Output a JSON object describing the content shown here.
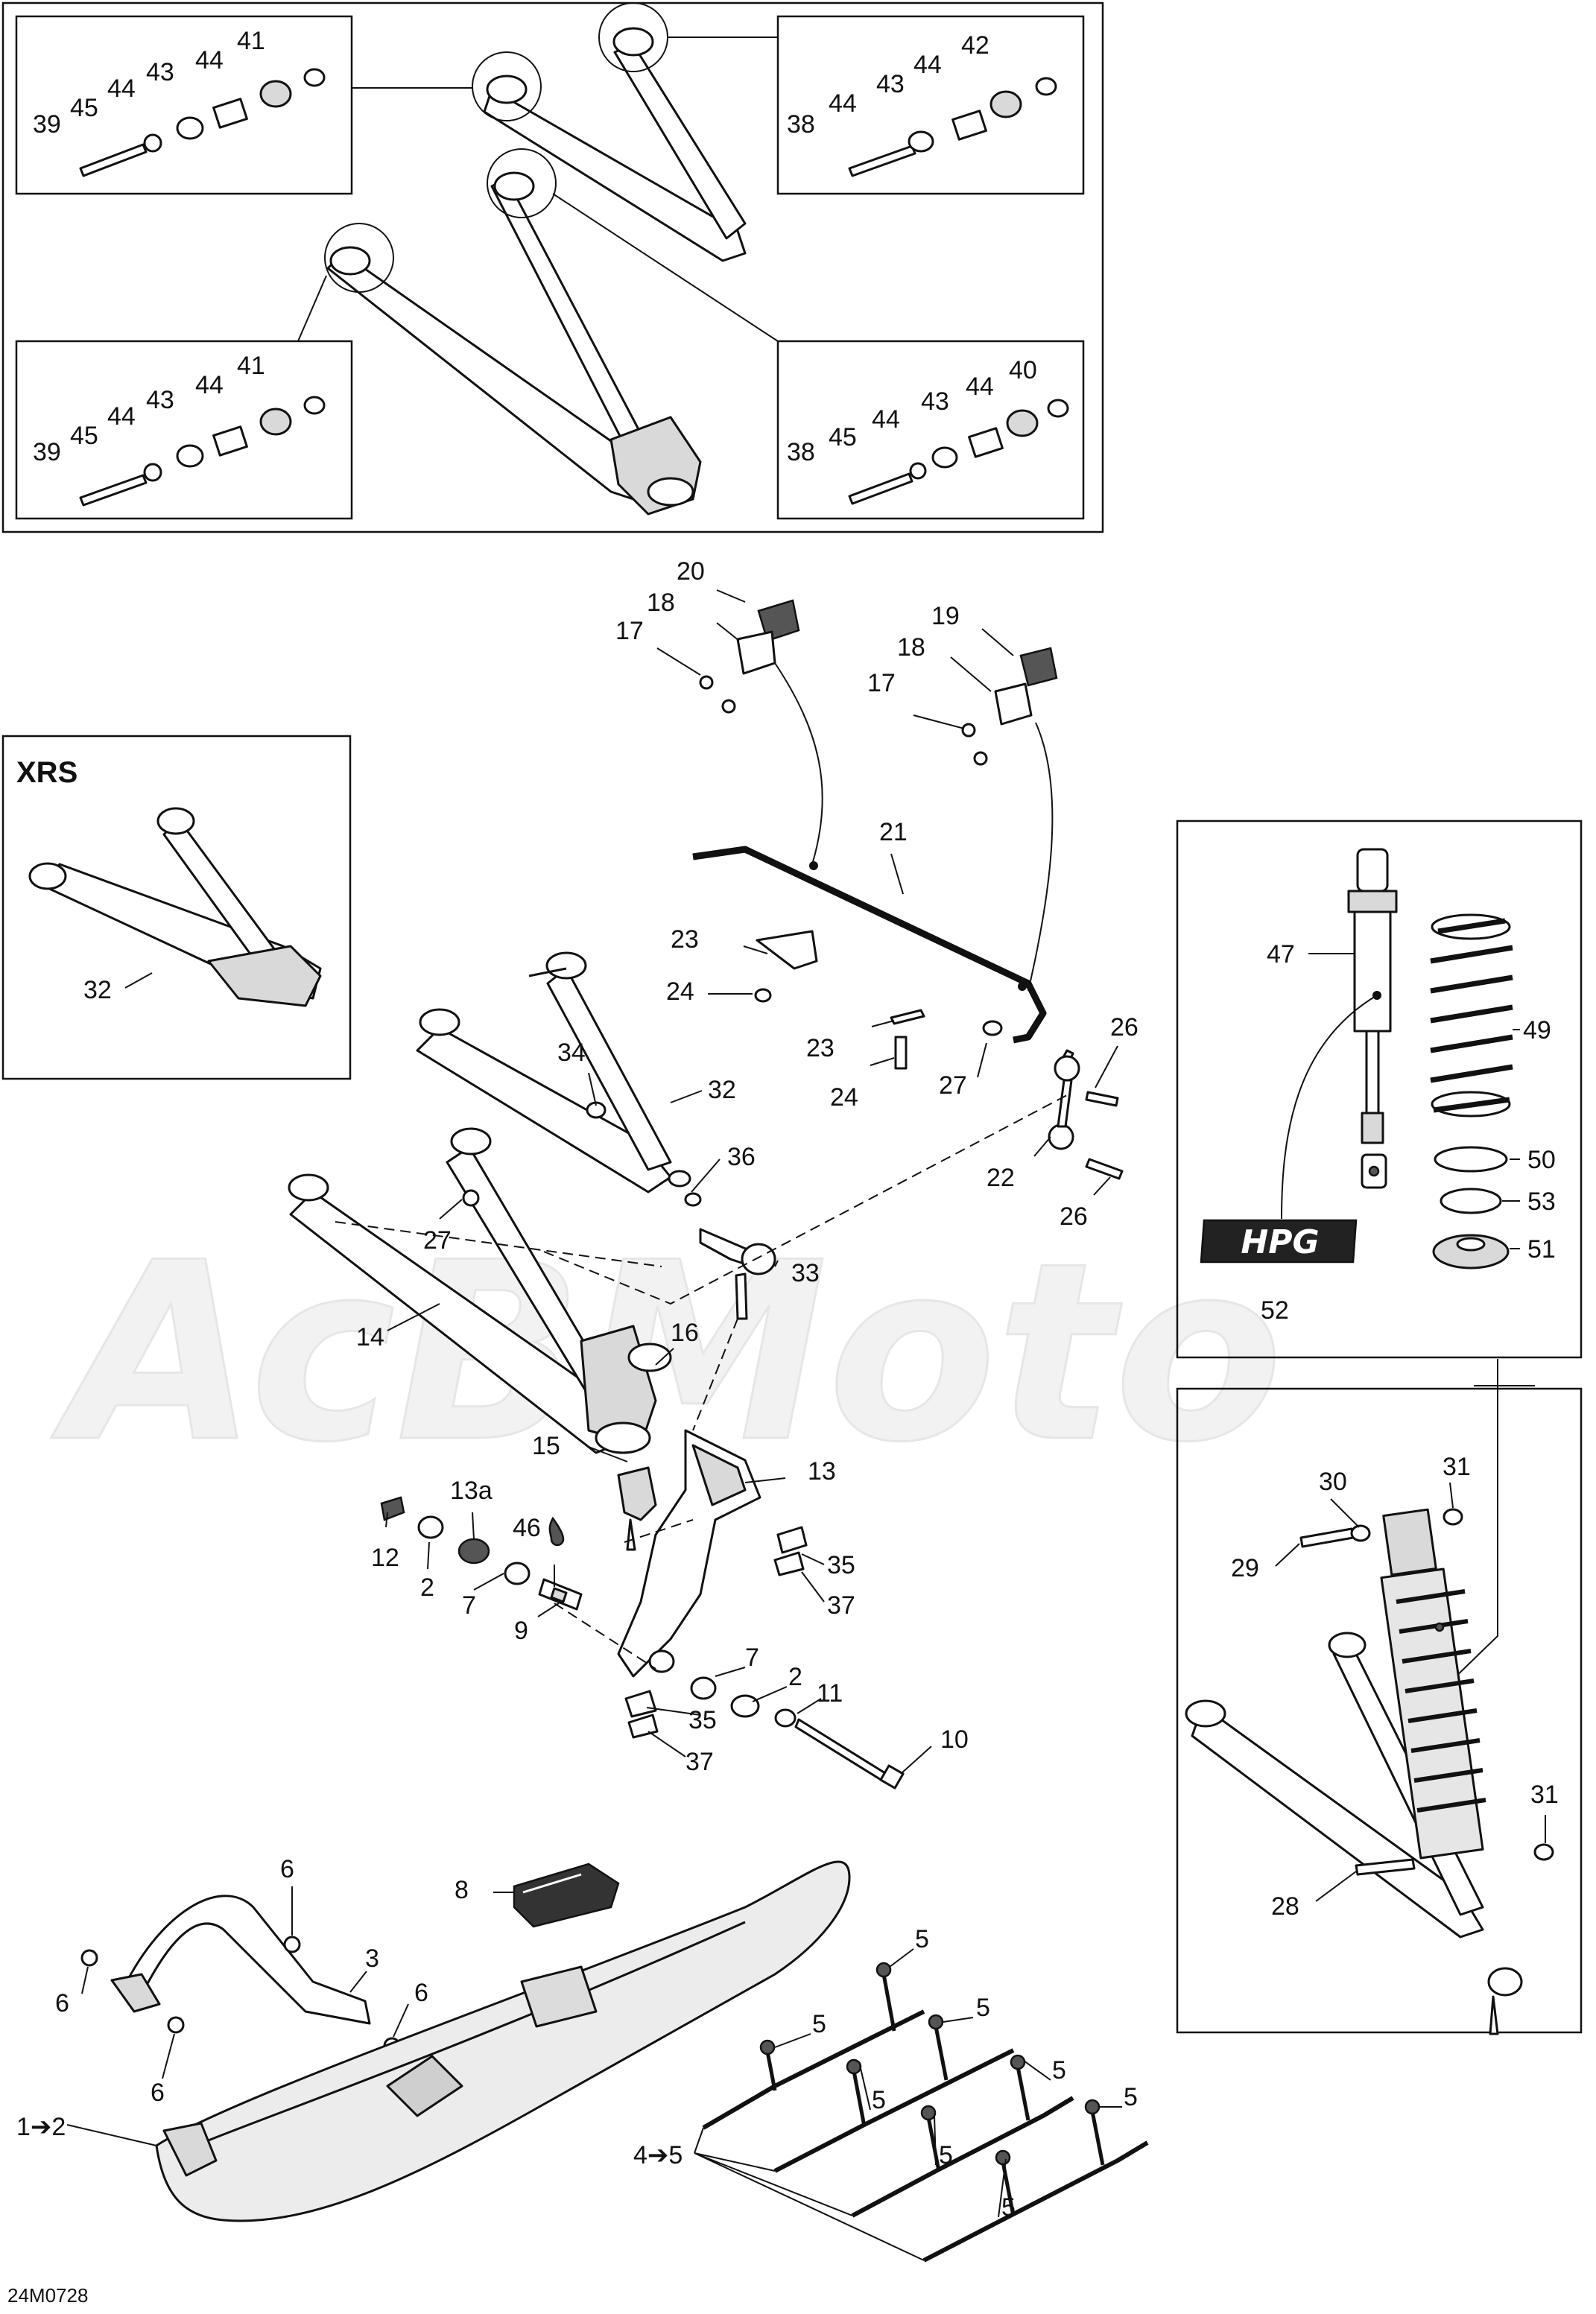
{
  "diagram_code": "24M0728",
  "variant_label": "XRS",
  "watermark_text": "AcBMoto",
  "shock_badge_text": "HPG",
  "callouts": {
    "c41a": "41",
    "c44a1": "44",
    "c43a": "43",
    "c44a2": "44",
    "c45a": "45",
    "c39a": "39",
    "c42": "42",
    "c44b1": "44",
    "c43b": "43",
    "c44b2": "44",
    "c38a": "38",
    "c41b": "41",
    "c44c1": "44",
    "c43c": "43",
    "c44c2": "44",
    "c45c": "45",
    "c39c": "39",
    "c40": "40",
    "c44d1": "44",
    "c43d": "43",
    "c44d2": "44",
    "c45d": "45",
    "c38b": "38",
    "c20": "20",
    "c18a": "18",
    "c17a": "17",
    "c19": "19",
    "c18b": "18",
    "c17b": "17",
    "c21": "21",
    "c23a": "23",
    "c24a": "24",
    "c23b": "23",
    "c24b": "24",
    "c27a": "27",
    "c26a": "26",
    "c22": "22",
    "c26b": "26",
    "c34": "34",
    "c32": "32",
    "c32x": "32",
    "c36": "36",
    "c27b": "27",
    "c33": "33",
    "c14": "14",
    "c16": "16",
    "c15": "15",
    "c13": "13",
    "c13a": "13a",
    "c46": "46",
    "c12": "12",
    "c2a": "2",
    "c7a": "7",
    "c9": "9",
    "c35a": "35",
    "c37a": "37",
    "c7b": "7",
    "c2b": "2",
    "c11": "11",
    "c35b": "35",
    "c37b": "37",
    "c10": "10",
    "c47": "47",
    "c49": "49",
    "c50": "50",
    "c53": "53",
    "c51": "51",
    "c52": "52",
    "c30": "30",
    "c31a": "31",
    "c29": "29",
    "c31b": "31",
    "c28": "28",
    "c8": "8",
    "c6a": "6",
    "c3": "3",
    "c6b": "6",
    "c6c": "6",
    "c6d": "6",
    "c1to2": "1➔2",
    "c4to5": "4➔5",
    "c5a": "5",
    "c5b": "5",
    "c5c": "5",
    "c5d": "5",
    "c5e": "5",
    "c5f": "5",
    "c5g": "5",
    "c5h": "5"
  }
}
